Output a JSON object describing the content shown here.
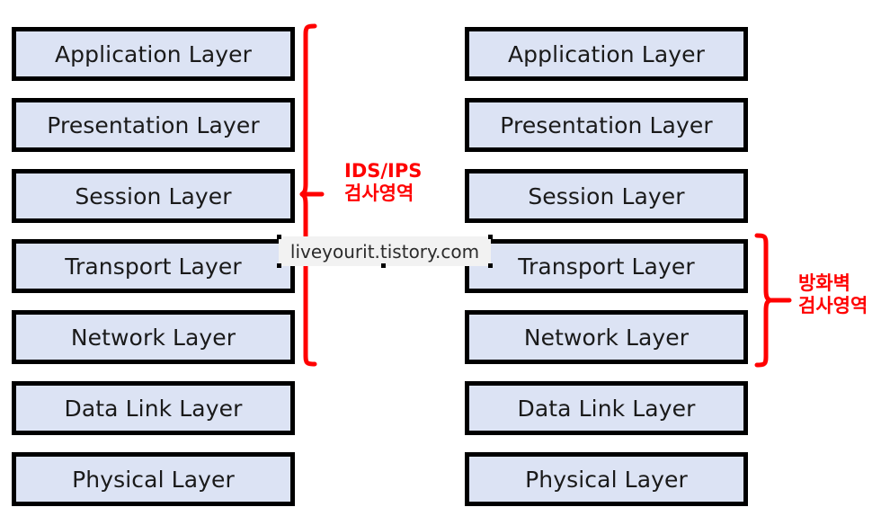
{
  "diagram": {
    "title": "OSI 7 Layer security inspection scope",
    "colors": {
      "box_fill": "#DCE3F4",
      "box_border": "#000000",
      "annotation": "#FF0000",
      "watermark_bg": "#F2F2F2",
      "background": "#FFFFFF"
    }
  },
  "stacks": [
    {
      "id": "left",
      "name": "osi-stack-left",
      "layers": [
        {
          "label": "Application Layer"
        },
        {
          "label": "Presentation Layer"
        },
        {
          "label": "Session Layer"
        },
        {
          "label": "Transport Layer"
        },
        {
          "label": "Network Layer"
        },
        {
          "label": "Data Link Layer"
        },
        {
          "label": "Physical Layer"
        }
      ]
    },
    {
      "id": "right",
      "name": "osi-stack-right",
      "layers": [
        {
          "label": "Application Layer"
        },
        {
          "label": "Presentation Layer"
        },
        {
          "label": "Session Layer"
        },
        {
          "label": "Transport Layer"
        },
        {
          "label": "Network Layer"
        },
        {
          "label": "Data Link Layer"
        },
        {
          "label": "Physical Layer"
        }
      ]
    }
  ],
  "annotations": [
    {
      "id": "ids-ips",
      "line1": "IDS/IPS",
      "line2": "검사영역",
      "covers": [
        "Application Layer",
        "Presentation Layer",
        "Session Layer",
        "Transport Layer",
        "Network Layer"
      ],
      "side": "left"
    },
    {
      "id": "firewall",
      "line1": "방화벽",
      "line2": "검사영역",
      "covers": [
        "Transport Layer",
        "Network Layer"
      ],
      "side": "right"
    }
  ],
  "watermark": {
    "text": "liveyourit.tistory.com"
  }
}
